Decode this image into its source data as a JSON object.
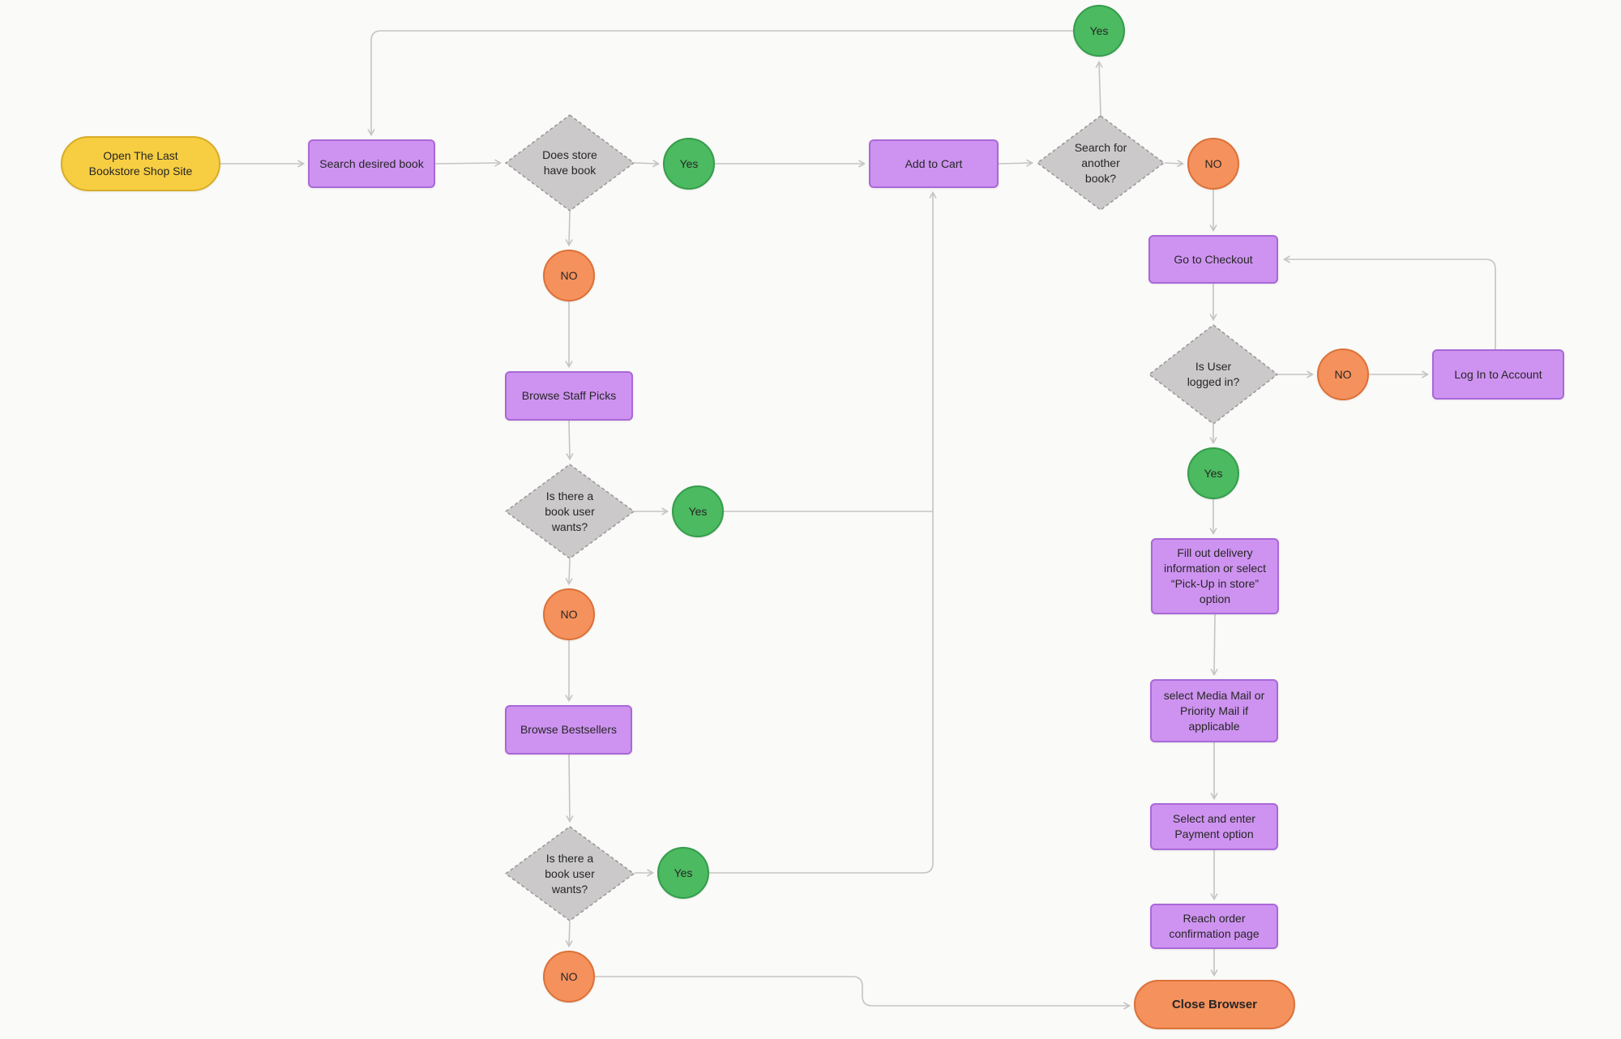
{
  "canvas": {
    "background": "#FAFAF8",
    "line_color": "#C6C4C2"
  },
  "colors": {
    "process_fill": "#CE93F0",
    "process_border": "#A968D8",
    "decision_fill": "#CBC9C9",
    "decision_border": "#9C9A9A",
    "yes_fill": "#4CBA60",
    "yes_border": "#359C4C",
    "no_fill": "#F5915C",
    "no_border": "#DB7138",
    "start_fill": "#F7CE42",
    "start_border": "#D8AC26",
    "end_fill": "#F5915C",
    "end_border": "#DB7138"
  },
  "nodes": {
    "start": {
      "type": "terminator",
      "label": "Open The Last\nBookstore Shop Site"
    },
    "search_book": {
      "type": "process",
      "label": "Search desired book"
    },
    "have_book": {
      "type": "decision",
      "label": "Does store\nhave book"
    },
    "yes_1": {
      "type": "connector",
      "label": "Yes"
    },
    "add_cart": {
      "type": "process",
      "label": "Add to Cart"
    },
    "search_another": {
      "type": "decision",
      "label": "Search for\nanother\nbook?"
    },
    "yes_top": {
      "type": "connector",
      "label": "Yes"
    },
    "no_1": {
      "type": "connector",
      "label": "NO"
    },
    "go_checkout": {
      "type": "process",
      "label": "Go to Checkout"
    },
    "logged_in": {
      "type": "decision",
      "label": "Is User\nlogged in?"
    },
    "no_2": {
      "type": "connector",
      "label": "NO"
    },
    "login": {
      "type": "process",
      "label": "Log In to Account"
    },
    "yes_2": {
      "type": "connector",
      "label": "Yes"
    },
    "delivery": {
      "type": "process",
      "label": "Fill out delivery\ninformation or select\n“Pick-Up in store”\noption"
    },
    "mail": {
      "type": "process",
      "label": "select Media Mail or\nPriority Mail if\napplicable"
    },
    "payment": {
      "type": "process",
      "label": "Select and enter\nPayment option"
    },
    "confirm": {
      "type": "process",
      "label": "Reach order\nconfirmation page"
    },
    "close": {
      "type": "terminator",
      "label": "Close Browser"
    },
    "no_store": {
      "type": "connector",
      "label": "NO"
    },
    "staff_picks": {
      "type": "process",
      "label": "Browse Staff Picks"
    },
    "book_wants_1": {
      "type": "decision",
      "label": "Is there a\nbook user\nwants?"
    },
    "yes_3": {
      "type": "connector",
      "label": "Yes"
    },
    "no_3": {
      "type": "connector",
      "label": "NO"
    },
    "bestsellers": {
      "type": "process",
      "label": "Browse Bestsellers"
    },
    "book_wants_2": {
      "type": "decision",
      "label": "Is there a\nbook user\nwants?"
    },
    "yes_4": {
      "type": "connector",
      "label": "Yes"
    },
    "no_4": {
      "type": "connector",
      "label": "NO"
    }
  },
  "edges": [
    {
      "from": "start",
      "to": "search_book"
    },
    {
      "from": "search_book",
      "to": "have_book"
    },
    {
      "from": "have_book",
      "to": "yes_1"
    },
    {
      "from": "yes_1",
      "to": "add_cart"
    },
    {
      "from": "add_cart",
      "to": "search_another"
    },
    {
      "from": "search_another",
      "to": "yes_top"
    },
    {
      "from": "yes_top",
      "to": "search_book"
    },
    {
      "from": "search_another",
      "to": "no_1"
    },
    {
      "from": "no_1",
      "to": "go_checkout"
    },
    {
      "from": "go_checkout",
      "to": "logged_in"
    },
    {
      "from": "logged_in",
      "to": "no_2"
    },
    {
      "from": "no_2",
      "to": "login"
    },
    {
      "from": "login",
      "to": "go_checkout"
    },
    {
      "from": "logged_in",
      "to": "yes_2"
    },
    {
      "from": "yes_2",
      "to": "delivery"
    },
    {
      "from": "delivery",
      "to": "mail"
    },
    {
      "from": "mail",
      "to": "payment"
    },
    {
      "from": "payment",
      "to": "confirm"
    },
    {
      "from": "confirm",
      "to": "close"
    },
    {
      "from": "have_book",
      "to": "no_store"
    },
    {
      "from": "no_store",
      "to": "staff_picks"
    },
    {
      "from": "staff_picks",
      "to": "book_wants_1"
    },
    {
      "from": "book_wants_1",
      "to": "yes_3"
    },
    {
      "from": "yes_3",
      "to": "add_cart"
    },
    {
      "from": "book_wants_1",
      "to": "no_3"
    },
    {
      "from": "no_3",
      "to": "bestsellers"
    },
    {
      "from": "bestsellers",
      "to": "book_wants_2"
    },
    {
      "from": "book_wants_2",
      "to": "yes_4"
    },
    {
      "from": "yes_4",
      "to": "add_cart"
    },
    {
      "from": "book_wants_2",
      "to": "no_4"
    },
    {
      "from": "no_4",
      "to": "close"
    }
  ]
}
